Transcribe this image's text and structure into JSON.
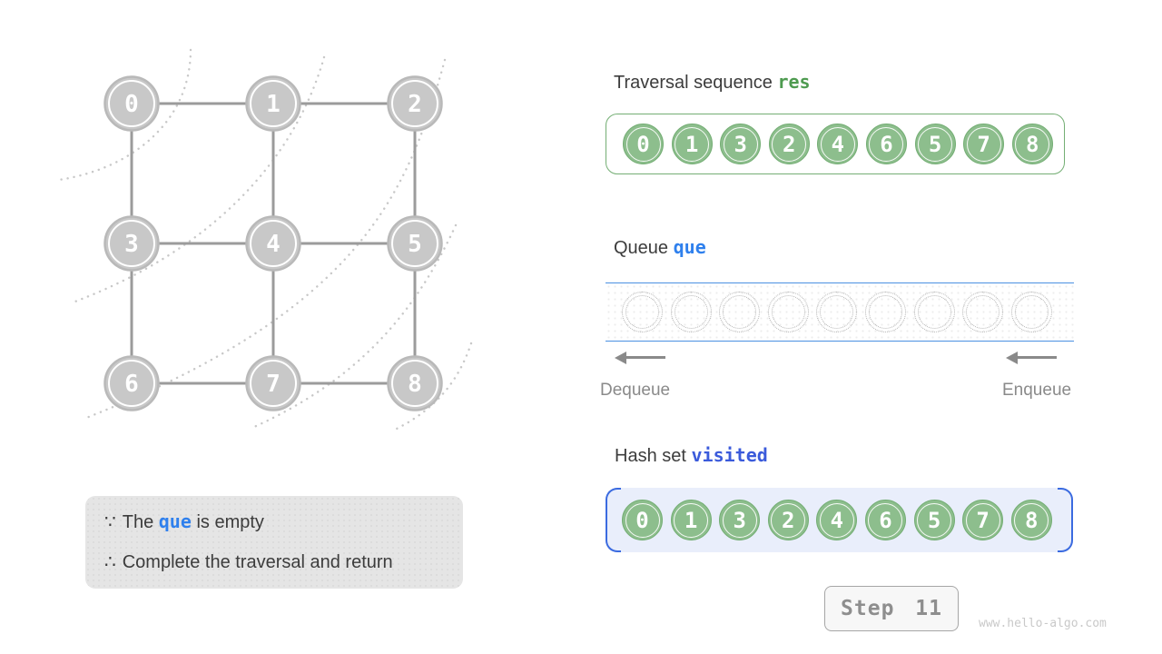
{
  "graph": {
    "nodes": [
      {
        "label": "0",
        "row": 0,
        "col": 0
      },
      {
        "label": "1",
        "row": 0,
        "col": 1
      },
      {
        "label": "2",
        "row": 0,
        "col": 2
      },
      {
        "label": "3",
        "row": 1,
        "col": 0
      },
      {
        "label": "4",
        "row": 1,
        "col": 1
      },
      {
        "label": "5",
        "row": 1,
        "col": 2
      },
      {
        "label": "6",
        "row": 2,
        "col": 0
      },
      {
        "label": "7",
        "row": 2,
        "col": 1
      },
      {
        "label": "8",
        "row": 2,
        "col": 2
      }
    ],
    "edges": [
      [
        0,
        1
      ],
      [
        1,
        2
      ],
      [
        3,
        4
      ],
      [
        4,
        5
      ],
      [
        6,
        7
      ],
      [
        7,
        8
      ],
      [
        0,
        3
      ],
      [
        3,
        6
      ],
      [
        1,
        4
      ],
      [
        4,
        7
      ],
      [
        2,
        5
      ],
      [
        5,
        8
      ]
    ],
    "bfs_layers": [
      [
        "0"
      ],
      [
        "1",
        "3"
      ],
      [
        "2",
        "4",
        "6"
      ],
      [
        "5",
        "7"
      ],
      [
        "8"
      ]
    ]
  },
  "traversal": {
    "title": "Traversal sequence ",
    "var": "res",
    "values": [
      "0",
      "1",
      "3",
      "2",
      "4",
      "6",
      "5",
      "7",
      "8"
    ]
  },
  "queue": {
    "title": "Queue ",
    "var": "que",
    "slot_count": 9,
    "values": [],
    "dequeue_label": "Dequeue",
    "enqueue_label": "Enqueue"
  },
  "hash_set": {
    "title": "Hash set ",
    "var": "visited",
    "values": [
      "0",
      "1",
      "3",
      "2",
      "4",
      "6",
      "5",
      "7",
      "8"
    ]
  },
  "note": {
    "because_symbol": "∵",
    "line1_pre": "The ",
    "line1_var": "que",
    "line1_post": " is empty",
    "therefore_symbol": "∴",
    "line2": "Complete the traversal and return"
  },
  "step": {
    "label": "Step 11"
  },
  "watermark": "www.hello-algo.com",
  "colors": {
    "green_fill": "#8dbe8d",
    "green_stroke": "#74ae74",
    "green_text": "#4e9b50",
    "blue": "#2f80ed",
    "indigo": "#3b5bdb",
    "queue_line": "#4a90e2",
    "bracket": "#3b6be0",
    "visited_bg": "#e9eefb",
    "node_fill": "#c8c8c8",
    "node_stroke": "#b9b9b9",
    "edge": "#9b9b9b",
    "arc": "#c8c8c8",
    "slot_stroke": "#b4b4b4",
    "note_bg": "#e5e5e5",
    "dark_text": "#3c3c3c",
    "gray_text": "#8a8a8a",
    "step_text": "#8e8e8e",
    "faint_text": "#c9c9c9"
  }
}
